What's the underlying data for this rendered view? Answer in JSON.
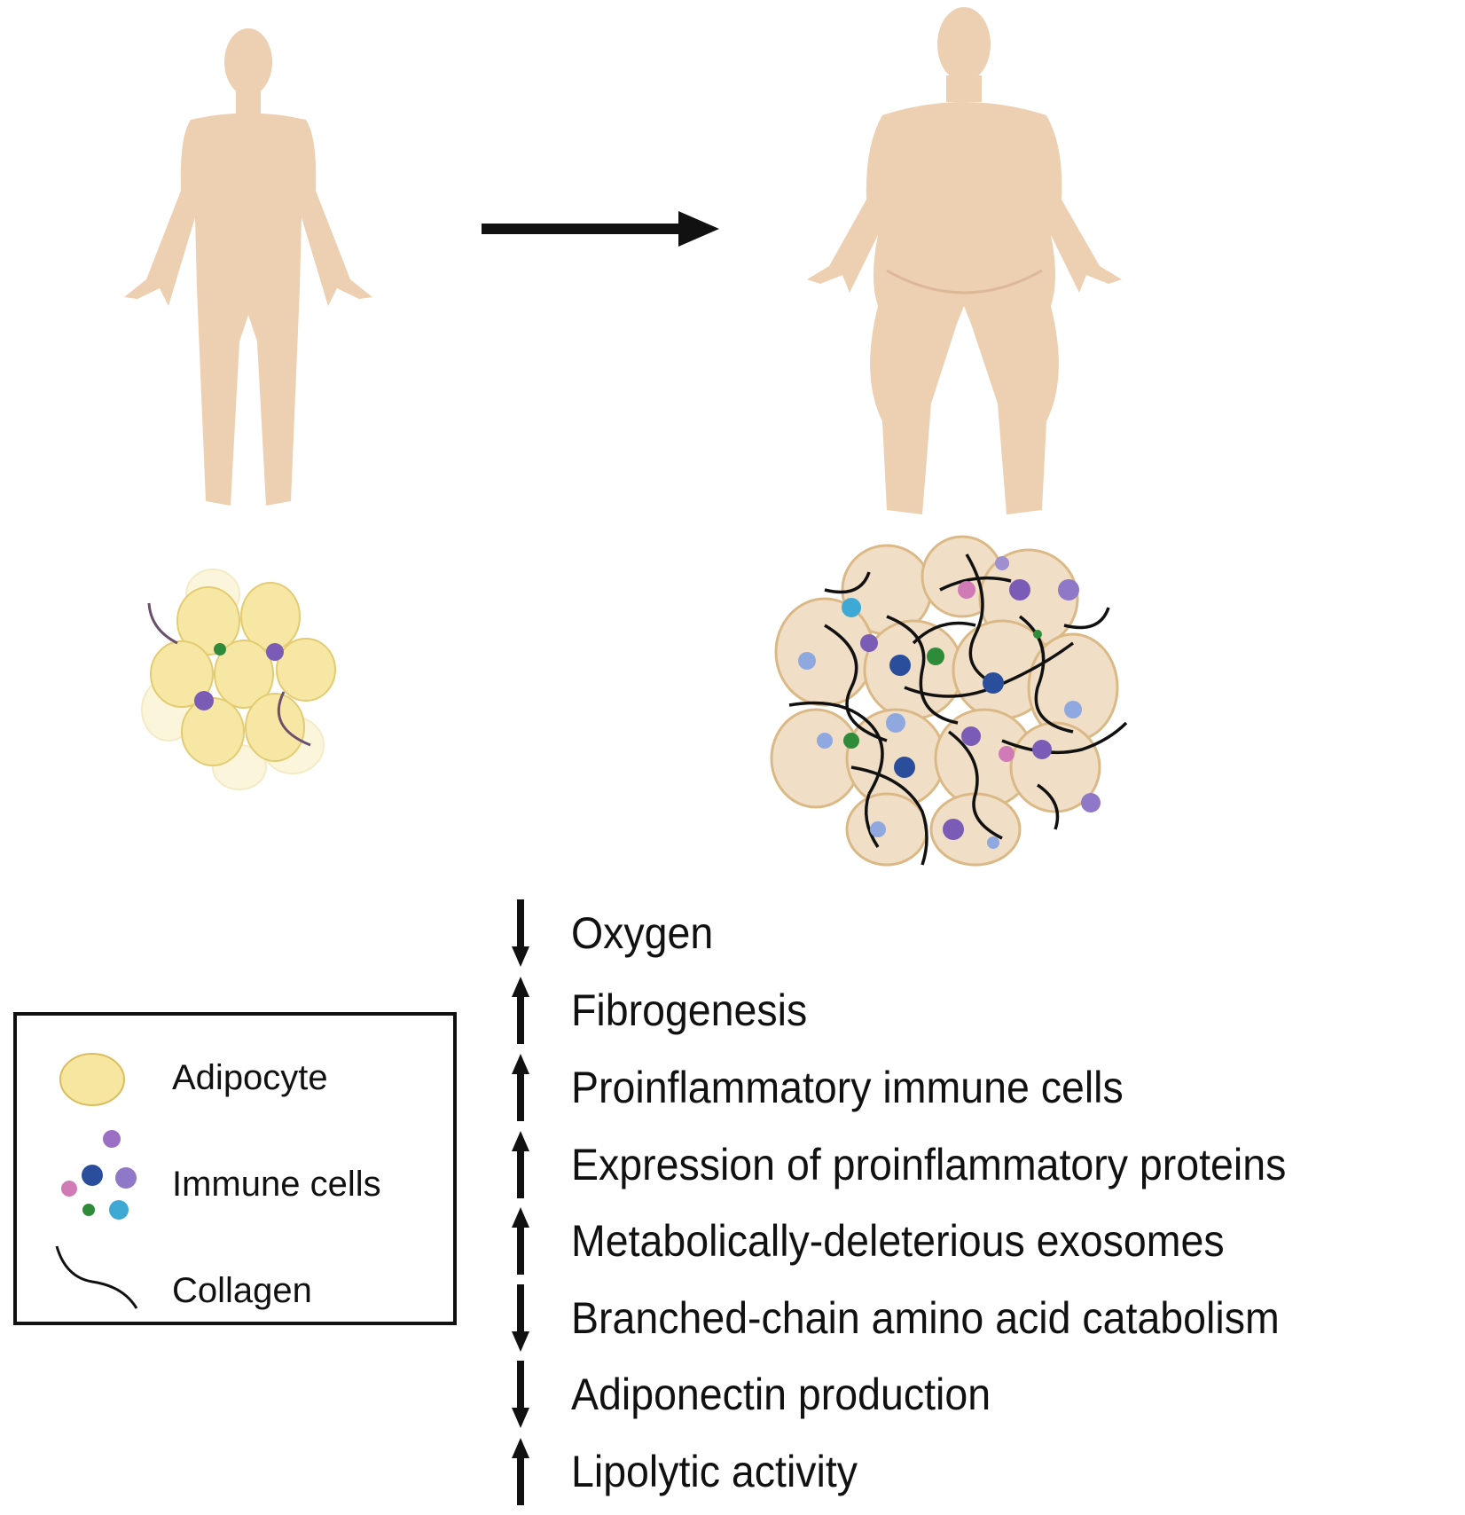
{
  "colors": {
    "skin": "#edcfb2",
    "adipocyte": "#f6e6a0",
    "adipocyte_obese": "#efdcc0",
    "collagen": "#111111",
    "immune": [
      "#7a5bb5",
      "#2b4e9c",
      "#3fa9d6",
      "#2e8b3a",
      "#d07ab6",
      "#8fa8e0"
    ]
  },
  "transition_arrow": "right-arrow",
  "changes": [
    {
      "direction": "down",
      "label": "Oxygen"
    },
    {
      "direction": "up",
      "label": "Fibrogenesis"
    },
    {
      "direction": "up",
      "label": "Proinflammatory  immune  cells"
    },
    {
      "direction": "up",
      "label": "Expression of proinflammatory  proteins"
    },
    {
      "direction": "up",
      "label": "Metabolically-deleterious  exosomes"
    },
    {
      "direction": "down",
      "label": "Branched-chain  amino acid catabolism"
    },
    {
      "direction": "down",
      "label": "Adiponectin  production"
    },
    {
      "direction": "up",
      "label": "Lipolytic activity"
    }
  ],
  "legend": {
    "items": [
      {
        "icon": "adipocyte-icon",
        "label": "Adipocyte"
      },
      {
        "icon": "immune-cells-icon",
        "label": "Immune  cells"
      },
      {
        "icon": "collagen-icon",
        "label": "Collagen"
      }
    ]
  }
}
